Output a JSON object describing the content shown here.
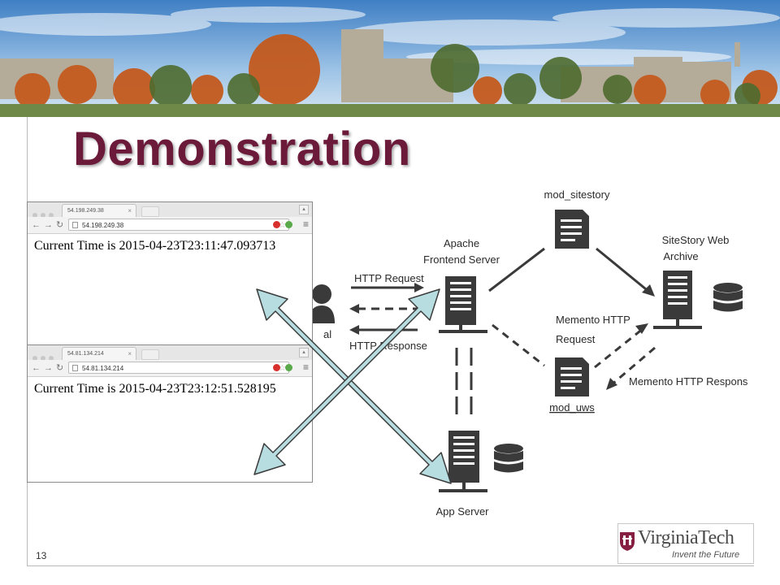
{
  "slide": {
    "title": "Demonstration",
    "page_number": "13"
  },
  "browsers": [
    {
      "tab_label": "54.198.249.38",
      "url": "54.198.249.38",
      "content": "Current Time is 2015-04-23T23:11:47.093713"
    },
    {
      "tab_label": "54.81.134.214",
      "url": "54.81.134.214",
      "content": "Current Time is 2015-04-23T23:12:51.528195"
    }
  ],
  "diagram": {
    "apache_label": [
      "Apache",
      "Frontend Server"
    ],
    "mod_sitestory": "mod_sitestory",
    "sitestory_label": [
      "SiteStory Web",
      "Archive"
    ],
    "memento_request": [
      "Memento HTTP",
      "Request"
    ],
    "memento_response": "Memento HTTP Respons",
    "mod_uws": "mod_uws",
    "http_request": "HTTP Request",
    "http_response": "HTTP Response",
    "app_server": "App Server",
    "partial_label": "al"
  },
  "logo": {
    "name": "VirginiaTech",
    "tagline": "Invent the Future"
  },
  "colors": {
    "title": "#6b1a3a",
    "maroon": "#861f41",
    "arrow_fill": "#b7dde1",
    "arrow_stroke": "#3b3b3b",
    "diagram_dark": "#3a3a3a"
  }
}
